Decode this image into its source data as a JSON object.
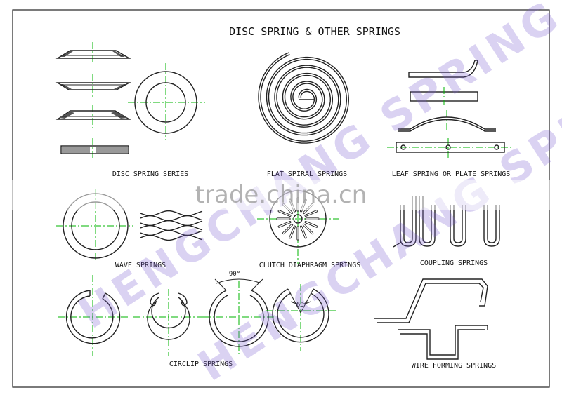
{
  "title": "DISC SPRING & OTHER SPRINGS",
  "labels": {
    "disc": "DISC SPRING SERIES",
    "flat_spiral": "FLAT SPIRAL SPRINGS",
    "leaf": "LEAF SPRING OR PLATE SPRINGS",
    "wave": "WAVE SPRINGS",
    "clutch": "CLUTCH DIAPHRAGM SPRINGS",
    "coupling": "COUPLING SPRINGS",
    "circlip": "CIRCLIP SPRINGS",
    "wire_forming": "WIRE FORMING SPRINGS"
  },
  "angles": {
    "circlip_90": "90°",
    "circlip_60": "60°"
  },
  "watermarks": {
    "main": "HENGCHANG SPRING",
    "main2": "HENGCHANG SPRING",
    "site": "trade.china.cn"
  },
  "colors": {
    "centerline": "#00b400",
    "line": "#222222",
    "watermark": "#7a5fd0"
  }
}
